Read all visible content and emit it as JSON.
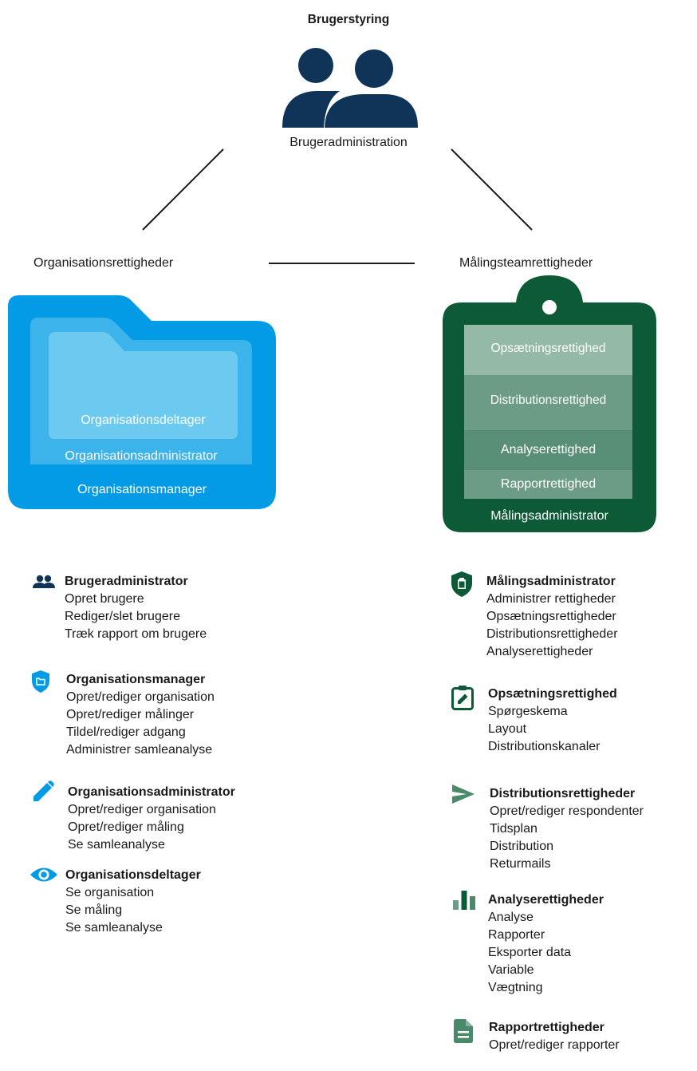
{
  "top": {
    "title": "Brugerstyring",
    "icon": "users-icon",
    "caption": "Brugeradministration"
  },
  "left_branch": {
    "title": "Organisationsrettigheder",
    "folder_icon": "folder-icon",
    "levels": [
      "Organisationsdeltager",
      "Organisationsadministrator",
      "Organisationsmanager"
    ]
  },
  "right_branch": {
    "title": "Målingsteamrettigheder",
    "clipboard_icon": "clipboard-icon",
    "rows": [
      "Opsætningsrettighed",
      "Distributionsrettighed",
      "Analyserettighed",
      "Rapportrettighed"
    ],
    "footer": "Målingsadministrator"
  },
  "colors": {
    "navy": "#0f3457",
    "blue_outer": "#039be5",
    "blue_mid": "#3db3eb",
    "blue_inner": "#6ccaf1",
    "green_dark": "#0d5a36",
    "green_light": "#95b9a7",
    "green_mid": "#6d9c86"
  },
  "left_list": [
    {
      "icon": "user-group-icon",
      "title": "Brugeradministrator",
      "lines": [
        "Opret brugere",
        "Rediger/slet brugere",
        "Træk rapport om brugere"
      ]
    },
    {
      "icon": "shield-folder-icon",
      "title": "Organisationsmanager",
      "lines": [
        "Opret/rediger organisation",
        "Opret/rediger målinger",
        "Tildel/rediger adgang",
        "Administrer samleanalyse"
      ]
    },
    {
      "icon": "pencil-icon",
      "title": "Organisationsadministrator",
      "lines": [
        "Opret/rediger organisation",
        "Opret/rediger måling",
        "Se samleanalyse"
      ]
    },
    {
      "icon": "eye-icon",
      "title": "Organisationsdeltager",
      "lines": [
        "Se organisation",
        "Se måling",
        "Se samleanalyse"
      ]
    }
  ],
  "right_list": [
    {
      "icon": "shield-clipboard-icon",
      "title": "Målingsadministrator",
      "lines": [
        "Administrer rettigheder",
        "Opsætningsrettigheder",
        "Distributionsrettigheder",
        "Analyserettigheder"
      ]
    },
    {
      "icon": "clipboard-edit-icon",
      "title": "Opsætningsrettighed",
      "lines": [
        "Spørgeskema",
        "Layout",
        "Distributionskanaler"
      ]
    },
    {
      "icon": "send-icon",
      "title": "Distributionsrettigheder",
      "lines": [
        "Opret/rediger respondenter",
        "Tidsplan",
        "Distribution",
        "Returmails"
      ]
    },
    {
      "icon": "bar-chart-icon",
      "title": "Analyserettigheder",
      "lines": [
        "Analyse",
        "Rapporter",
        "Eksporter data",
        "Variable",
        "Vægtning"
      ]
    },
    {
      "icon": "document-icon",
      "title": "Rapportrettigheder",
      "lines": [
        "Opret/rediger rapporter"
      ]
    }
  ]
}
